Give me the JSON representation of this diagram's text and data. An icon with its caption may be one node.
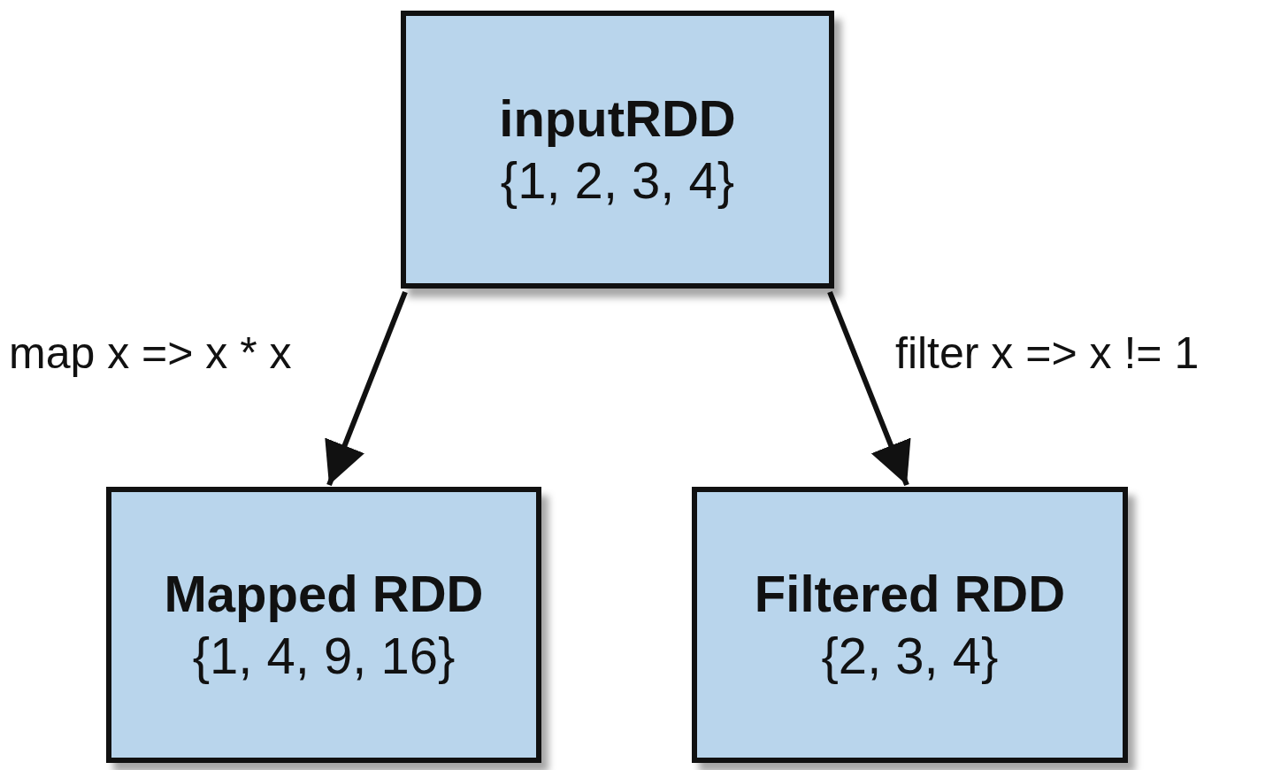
{
  "diagram": {
    "nodes": [
      {
        "text": [
          "inputRDD",
          "{1, 2, 3, 4}"
        ]
      },
      {
        "text": [
          "Mapped RDD",
          "{1, 4, 9, 16}"
        ]
      },
      {
        "text": [
          "Filtered RDD",
          "{2, 3, 4}"
        ]
      }
    ],
    "edges": [
      {
        "from": 0,
        "to": 1,
        "arrow": "to",
        "label": "map x => x * x"
      },
      {
        "from": 0,
        "to": 2,
        "arrow": "to",
        "label": "filter x => x != 1"
      }
    ]
  }
}
